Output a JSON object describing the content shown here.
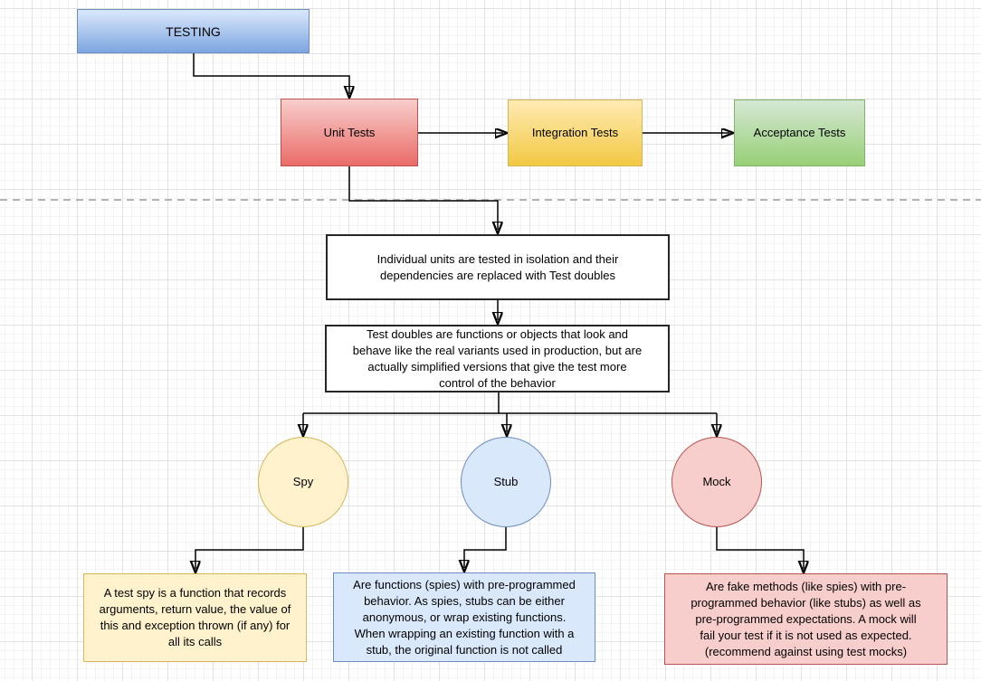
{
  "flowchart": {
    "root": {
      "label": "TESTING"
    },
    "test_levels": [
      {
        "id": "unit",
        "label": "Unit Tests"
      },
      {
        "id": "integration",
        "label": "Integration Tests"
      },
      {
        "id": "acceptance",
        "label": "Acceptance Tests"
      }
    ],
    "notes": [
      {
        "id": "unit-isolation-note",
        "lines": [
          "Individual units are tested in isolation and their",
          "dependencies are replaced with Test doubles"
        ]
      },
      {
        "id": "test-doubles-note",
        "lines": [
          "Test doubles are functions or objects that look and",
          "behave like the real variants used in production, but are",
          "actually simplified versions that give the test more",
          "control of the behavior"
        ]
      }
    ],
    "test_doubles": [
      {
        "id": "spy",
        "label": "Spy",
        "description_lines": [
          "A test spy is a function that records",
          "arguments, return value, the value of",
          "this and exception thrown (if any) for",
          "all its calls"
        ]
      },
      {
        "id": "stub",
        "label": "Stub",
        "description_lines": [
          "Are functions (spies) with pre-programmed",
          "behavior. As spies, stubs can be either",
          "anonymous, or wrap existing functions.",
          "When wrapping an existing function with a",
          "stub, the original function is not called"
        ]
      },
      {
        "id": "mock",
        "label": "Mock",
        "description_lines": [
          "Are fake methods (like spies) with pre-",
          "programmed behavior (like stubs) as well as",
          "pre-programmed expectations. A mock will",
          "fail your test if it is not used as expected.",
          "(recommend against using test mocks)"
        ]
      }
    ],
    "colors": {
      "blue_fill": "#dae8fc",
      "blue_gradient": "#7ea6e0",
      "blue_stroke": "#6c8ebf",
      "red_fill": "#f8cecc",
      "red_gradient": "#ea6b66",
      "red_stroke": "#b85450",
      "yellow_fill": "#ffeab3",
      "yellow_gradient": "#f2c943",
      "yellow_stroke": "#d6b656",
      "yellow_light_fill": "#fff2cc",
      "green_fill": "#d5e8d4",
      "green_gradient": "#97d077",
      "green_stroke": "#82b366",
      "note_fill": "#ffffff",
      "note_stroke": "#262626",
      "edge_color": "#000000",
      "grid_major": "#e2e2e2",
      "grid_minor": "#f3f3f3",
      "page_break_color": "#b3b3b3"
    }
  }
}
